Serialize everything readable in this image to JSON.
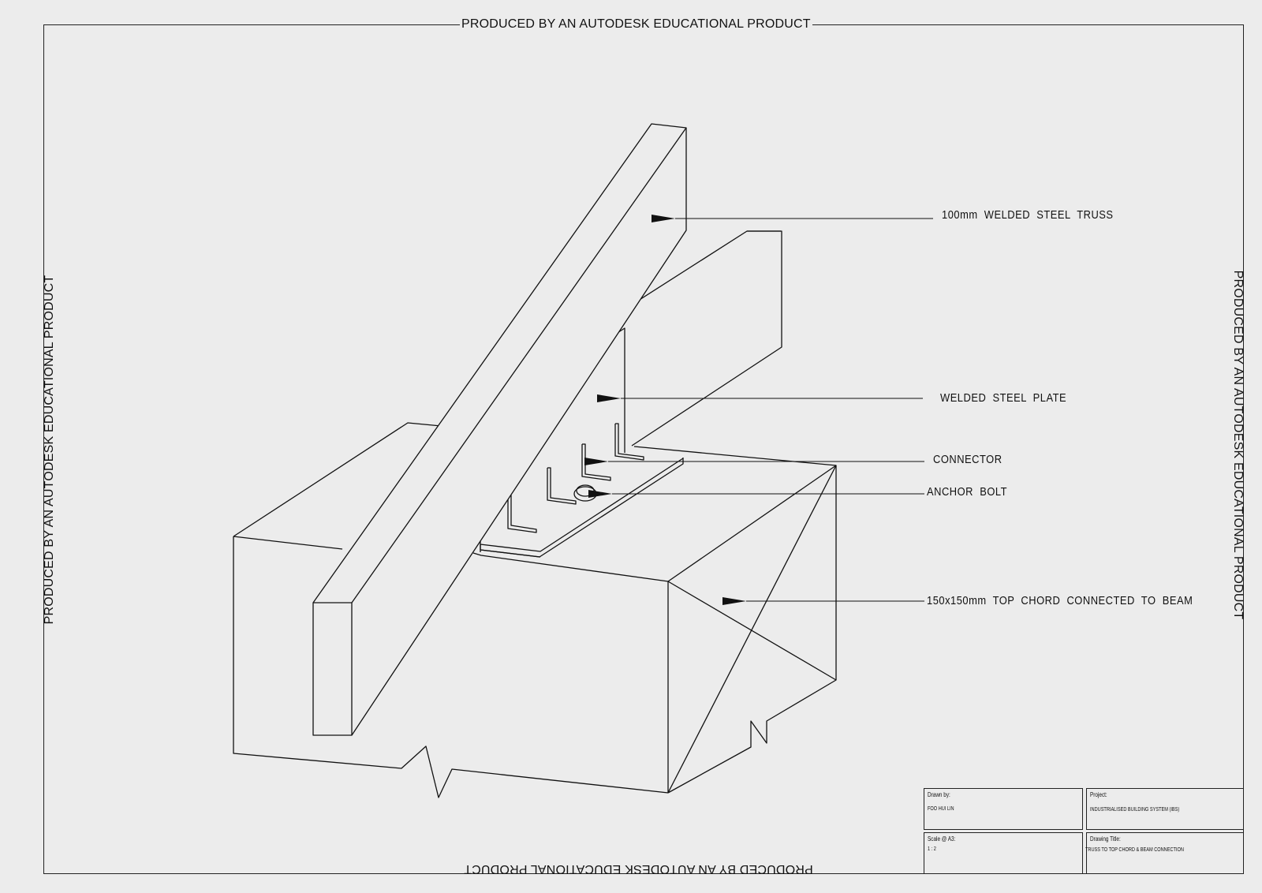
{
  "watermark": "PRODUCED BY AN AUTODESK EDUCATIONAL PRODUCT",
  "callouts": {
    "truss": "100mm  WELDED  STEEL  TRUSS",
    "plate": "WELDED  STEEL  PLATE",
    "connector": "CONNECTOR",
    "anchor_bolt": "ANCHOR  BOLT",
    "top_chord": "150x150mm  TOP  CHORD  CONNECTED  TO  BEAM"
  },
  "title_block": {
    "drawn_by_label": "Drawn by:",
    "drawn_by_value": "FOO HUI LIN",
    "project_label": "Project:",
    "project_value": "INDUSTRIALISED BUILDING SYSTEM (IBS)",
    "scale_label": "Scale @ A3:",
    "scale_value": "1 : 2",
    "drawing_title_label": "Drawing Title:",
    "drawing_title_value": "TRUSS TO TOP CHORD & BEAM CONNECTION"
  }
}
